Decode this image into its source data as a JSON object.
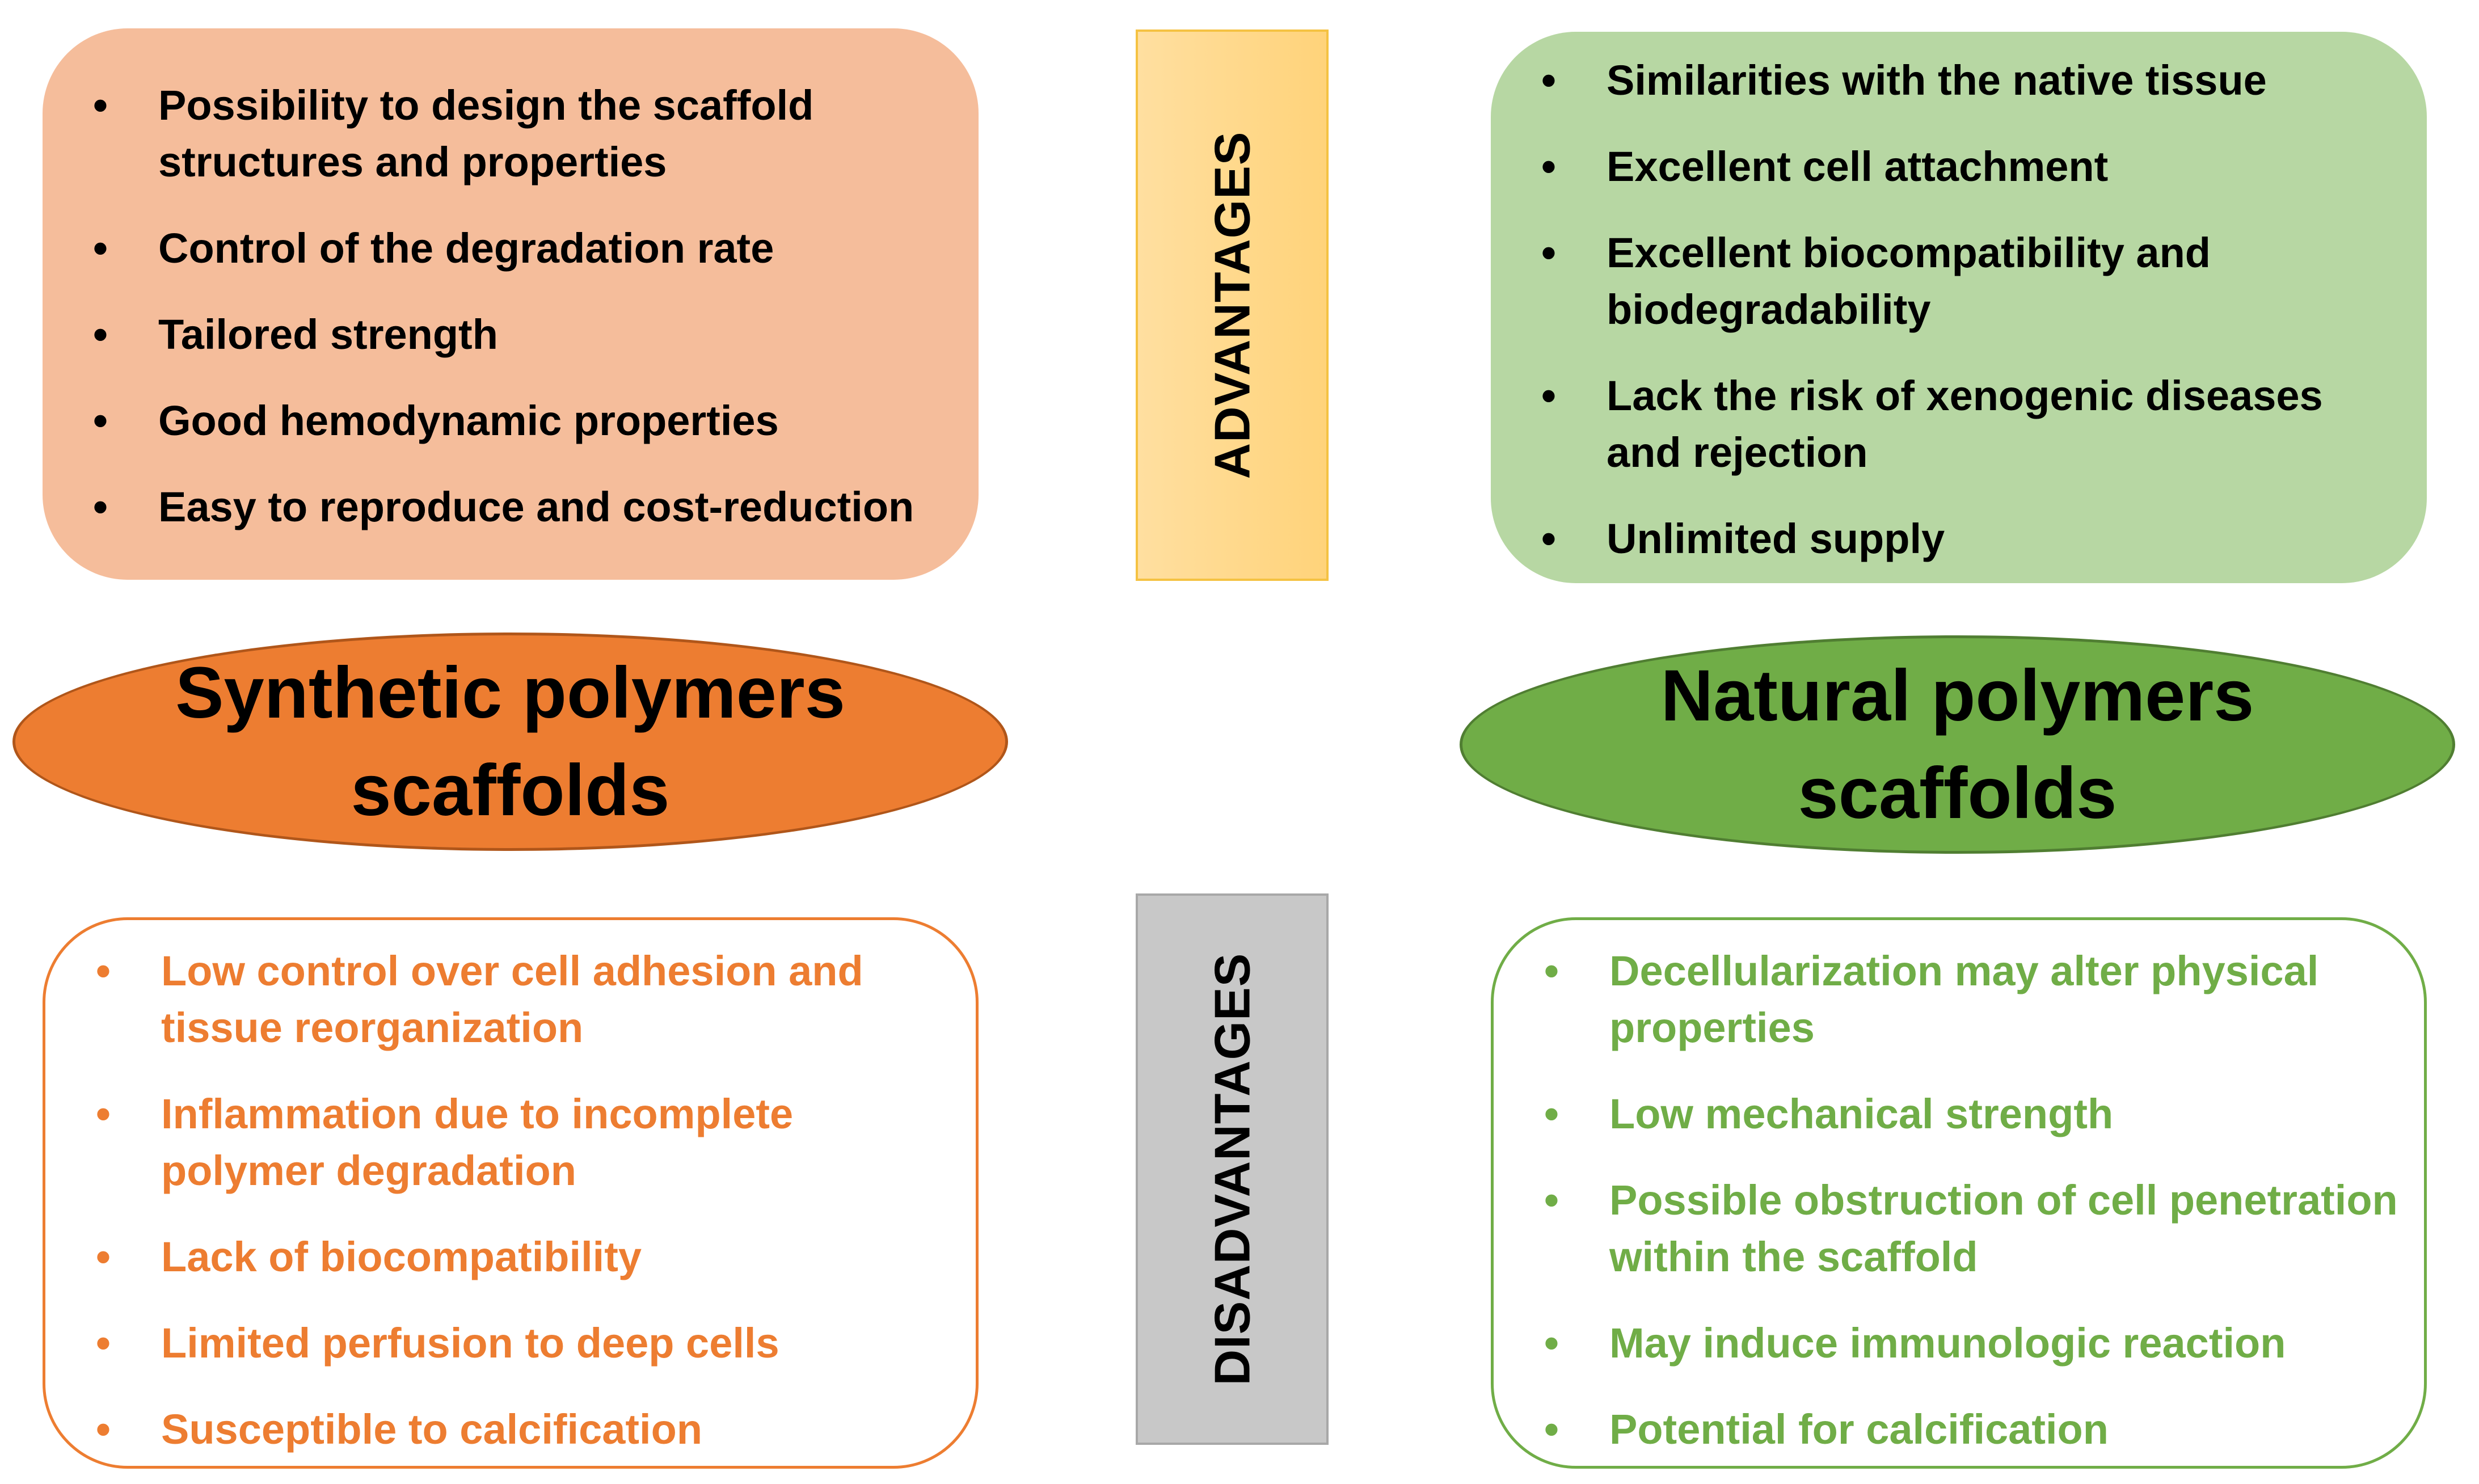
{
  "colors": {
    "synthetic_fill": "#f5bd9b",
    "synthetic_accent": "#ed7d31",
    "natural_fill": "#b7d7a3",
    "natural_accent": "#70ad47",
    "advantages_band": "#ffd37a",
    "disadvantages_band": "#c8c8c8"
  },
  "bullet": "•",
  "labels": {
    "advantages": "ADVANTAGES",
    "disadvantages": "DISADVANTAGES"
  },
  "synthetic": {
    "title_line1": "Synthetic polymers",
    "title_line2": "scaffolds",
    "advantages": [
      "Possibility to design the scaffold structures and properties",
      "Control of the degradation rate",
      "Tailored strength",
      "Good hemodynamic properties",
      "Easy to reproduce and cost-reduction"
    ],
    "disadvantages": [
      "Low control over cell adhesion and tissue reorganization",
      "Inflammation due to incomplete polymer degradation",
      "Lack of biocompatibility",
      "Limited perfusion to deep cells",
      "Susceptible to calcification"
    ]
  },
  "natural": {
    "title_line1": "Natural polymers",
    "title_line2": "scaffolds",
    "advantages": [
      "Similarities with the native tissue",
      "Excellent cell attachment",
      "Excellent biocompatibility and biodegradability",
      "Lack the risk of xenogenic diseases and rejection",
      "Unlimited supply"
    ],
    "disadvantages": [
      "Decellularization may alter physical properties",
      "Low mechanical strength",
      "Possible obstruction of cell penetration within the scaffold",
      "May induce immunologic reaction",
      "Potential for calcification"
    ]
  }
}
